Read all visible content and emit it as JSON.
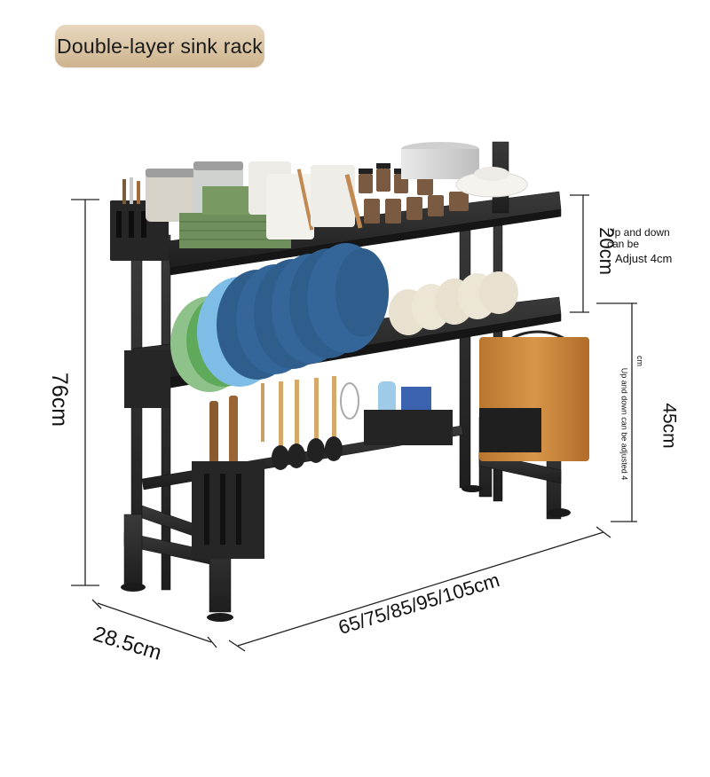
{
  "header": {
    "title": "Double-layer sink rack"
  },
  "dimensions": {
    "total_height": "76cm",
    "upper_gap": "20cm",
    "upper_adjust_line1": "Up and down",
    "upper_adjust_line2": "can be",
    "upper_adjust_line3": "Adjust 4cm",
    "lower_height": "45cm",
    "lower_adjust": "Up and down can be adjusted 4",
    "lower_adjust_unit": "cm",
    "width_options": "65/75/85/95/105cm",
    "depth": "28.5cm"
  },
  "colors": {
    "title_pill": "#d9c3a2",
    "rack_frame": "#2b2b2b",
    "plate_blue": "#2f5d8c",
    "plate_green": "#5aa35a",
    "cutting_board": "#c8863f"
  },
  "icons": [
    "sink-rack-illustration"
  ]
}
